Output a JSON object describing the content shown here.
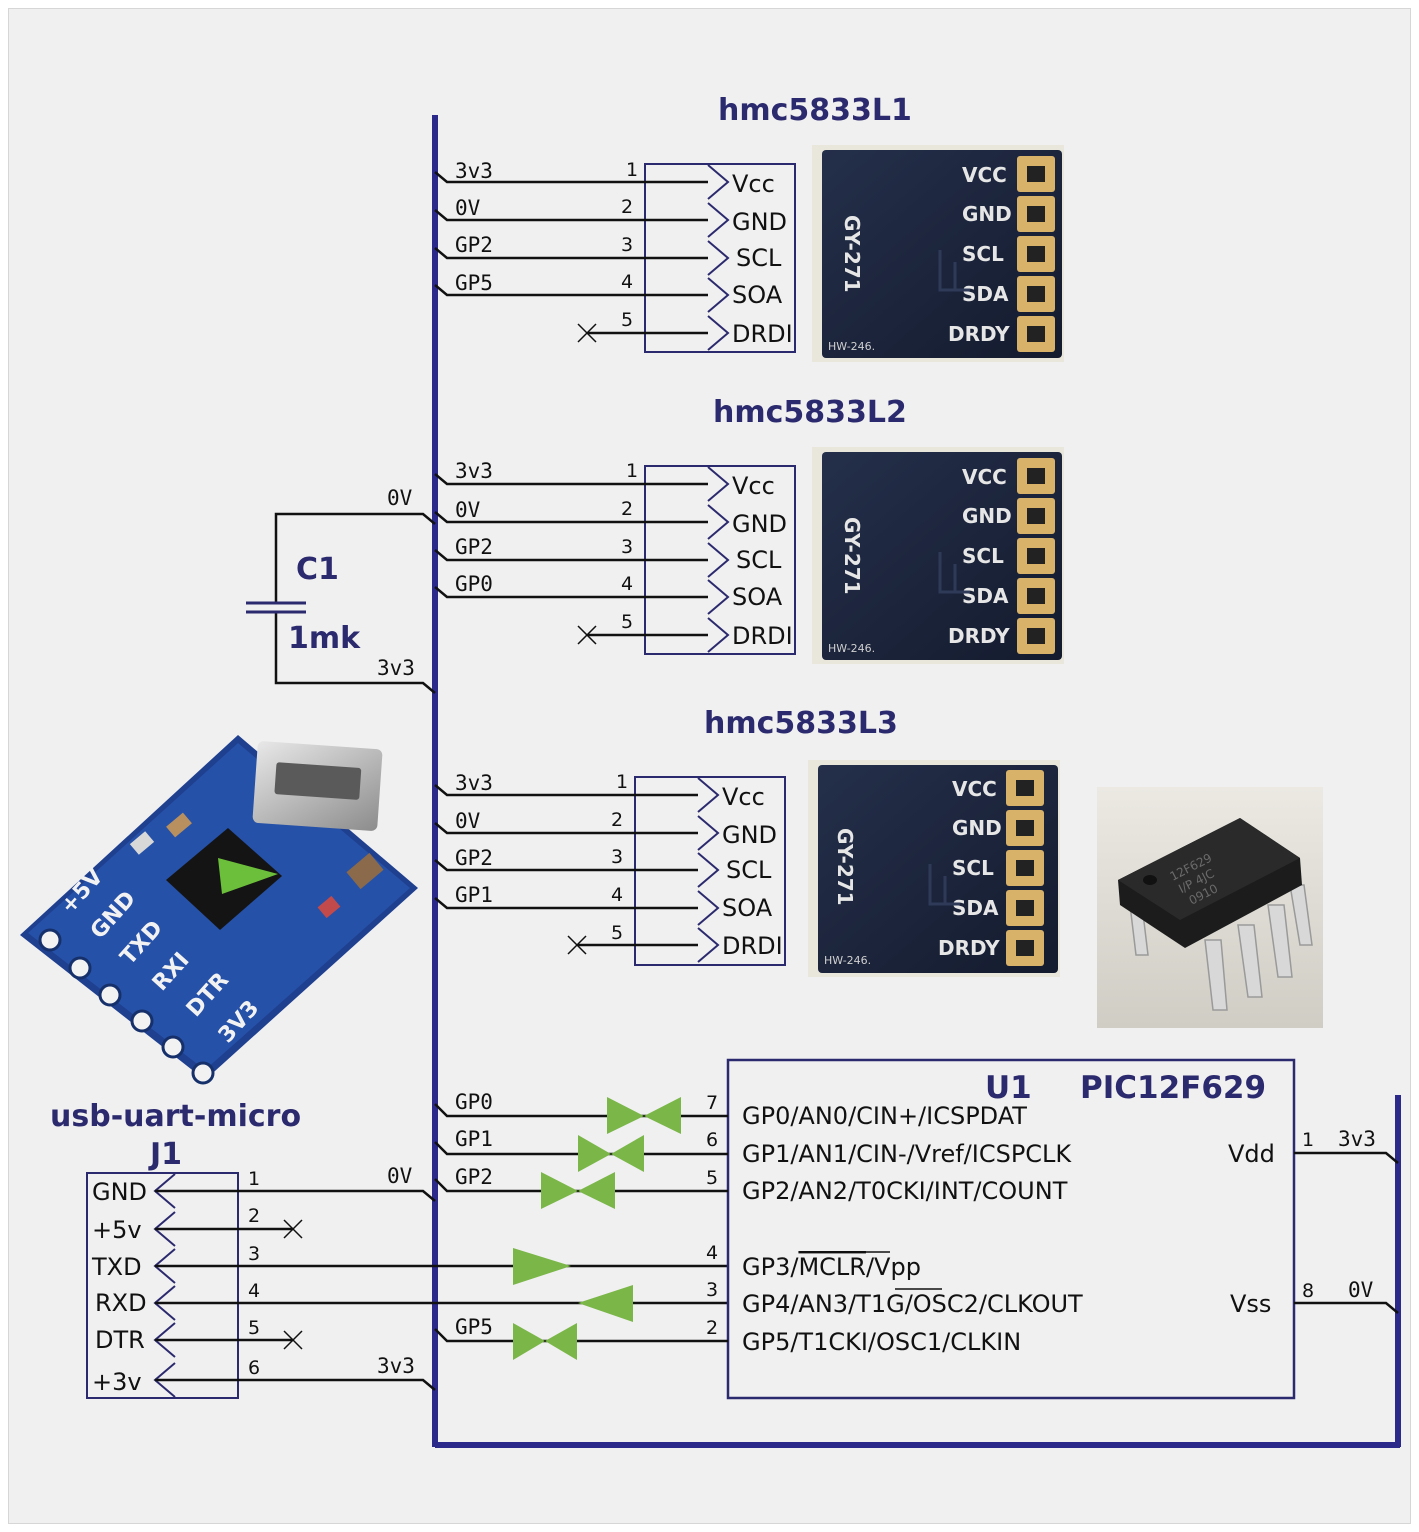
{
  "sensors": [
    {
      "title": "hmc5833L1",
      "pins": [
        {
          "num": "1",
          "net": "3v3",
          "name": "Vcc"
        },
        {
          "num": "2",
          "net": "0V",
          "name": "GND"
        },
        {
          "num": "3",
          "net": "GP2",
          "name": "SCL"
        },
        {
          "num": "4",
          "net": "GP5",
          "name": "SOA"
        },
        {
          "num": "5",
          "net": "",
          "name": "DRDI"
        }
      ]
    },
    {
      "title": "hmc5833L2",
      "pins": [
        {
          "num": "1",
          "net": "3v3",
          "name": "Vcc"
        },
        {
          "num": "2",
          "net": "0V",
          "name": "GND"
        },
        {
          "num": "3",
          "net": "GP2",
          "name": "SCL"
        },
        {
          "num": "4",
          "net": "GP0",
          "name": "SOA"
        },
        {
          "num": "5",
          "net": "",
          "name": "DRDI"
        }
      ]
    },
    {
      "title": "hmc5833L3",
      "pins": [
        {
          "num": "1",
          "net": "3v3",
          "name": "Vcc"
        },
        {
          "num": "2",
          "net": "0V",
          "name": "GND"
        },
        {
          "num": "3",
          "net": "GP2",
          "name": "SCL"
        },
        {
          "num": "4",
          "net": "GP1",
          "name": "SOA"
        },
        {
          "num": "5",
          "net": "",
          "name": "DRDI"
        }
      ]
    }
  ],
  "module_photo": {
    "pins": [
      "VCC",
      "GND",
      "SCL",
      "SDA",
      "DRDY"
    ],
    "model": "GY-271",
    "code": "HW-246."
  },
  "capacitor": {
    "ref": "C1",
    "value": "1mk",
    "net_top": "0V",
    "net_bottom": "3v3"
  },
  "usb_uart": {
    "title": "usb-uart-micro",
    "ref": "J1",
    "pins": [
      {
        "num": "1",
        "name": "GND",
        "net": "0V"
      },
      {
        "num": "2",
        "name": "+5v",
        "net": ""
      },
      {
        "num": "3",
        "name": "TXD",
        "net": ""
      },
      {
        "num": "4",
        "name": "RXD",
        "net": ""
      },
      {
        "num": "5",
        "name": "DTR",
        "net": ""
      },
      {
        "num": "6",
        "name": "+3v",
        "net": "3v3"
      }
    ],
    "board_silk": [
      "+5V",
      "GND",
      "TXD",
      "RXI",
      "DTR",
      "3V3"
    ]
  },
  "mcu": {
    "ref": "U1",
    "part": "PIC12F629",
    "left_pins": [
      {
        "num": "7",
        "net": "GP0",
        "name": "GP0/AN0/CIN+/ICSPDAT"
      },
      {
        "num": "6",
        "net": "GP1",
        "name": "GP1/AN1/CIN-/Vref/ICSPCLK"
      },
      {
        "num": "5",
        "net": "GP2",
        "name": "GP2/AN2/T0CKI/INT/COUNT"
      },
      {
        "num": "4",
        "net": "",
        "name_a": "GP3/",
        "name_b": "MCLR",
        "name_c": "/Vpp"
      },
      {
        "num": "3",
        "net": "",
        "name_a": "GP4/AN3/",
        "name_b": "T1G",
        "name_c": "/OSC2/CLKOUT"
      },
      {
        "num": "2",
        "net": "GP5",
        "name": "GP5/T1CKI/OSC1/CLKIN"
      }
    ],
    "right_pins": [
      {
        "num": "1",
        "net": "3v3",
        "name": "Vdd"
      },
      {
        "num": "8",
        "net": "0V",
        "name": "Vss"
      }
    ]
  },
  "colors": {
    "bus": "#2b2a8a",
    "wire": "#111111",
    "box": "#2c2a6e",
    "arrow": "#7ab648",
    "pcb": "#1a2338"
  }
}
